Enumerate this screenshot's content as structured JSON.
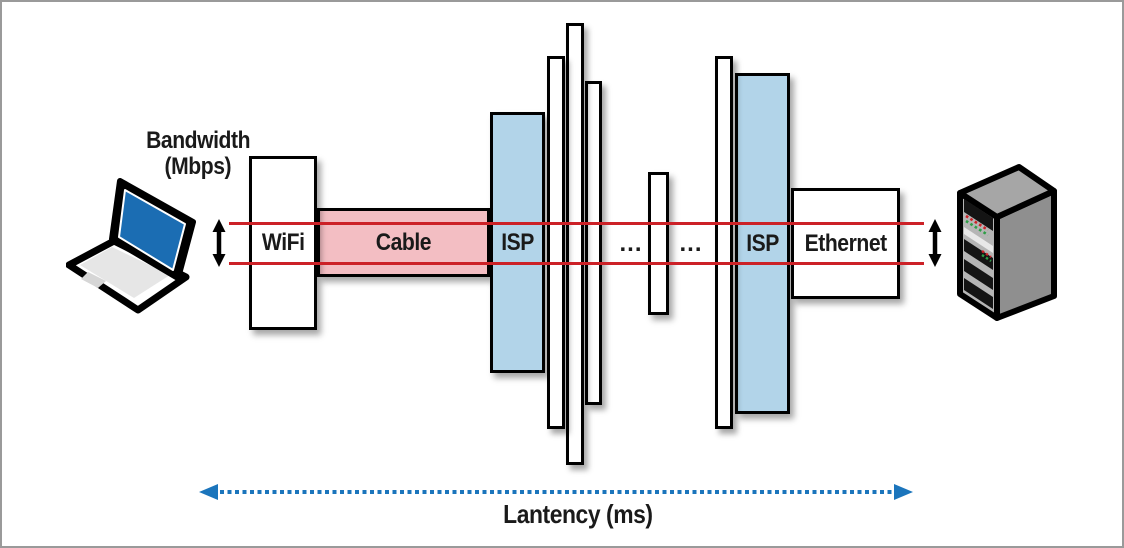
{
  "diagram": {
    "axes": {
      "bandwidth_line1": "Bandwidth",
      "bandwidth_line2": "(Mbps)",
      "latency": "Lantency (ms)"
    },
    "segments": {
      "wifi": "WiFi",
      "cable": "Cable",
      "isp_left": "ISP",
      "isp_right": "ISP",
      "ethernet": "Ethernet",
      "ellipsis_left": "...",
      "ellipsis_right": "..."
    },
    "icons": {
      "client": "laptop-icon",
      "server": "server-icon",
      "bandwidth_arrow_left": "vertical-double-arrow-icon",
      "bandwidth_arrow_right": "vertical-double-arrow-icon",
      "latency_arrow": "horizontal-dotted-double-arrow-icon"
    },
    "colors": {
      "isp_fill": "#b2d4e9",
      "cable_fill": "#f3bec3",
      "bandwidth_line_red": "#cc2127",
      "latency_arrow_blue": "#1b75bc",
      "laptop_screen_blue": "#1b6db3",
      "server_gray": "#8f8f8f",
      "outline_black": "#000000"
    }
  }
}
